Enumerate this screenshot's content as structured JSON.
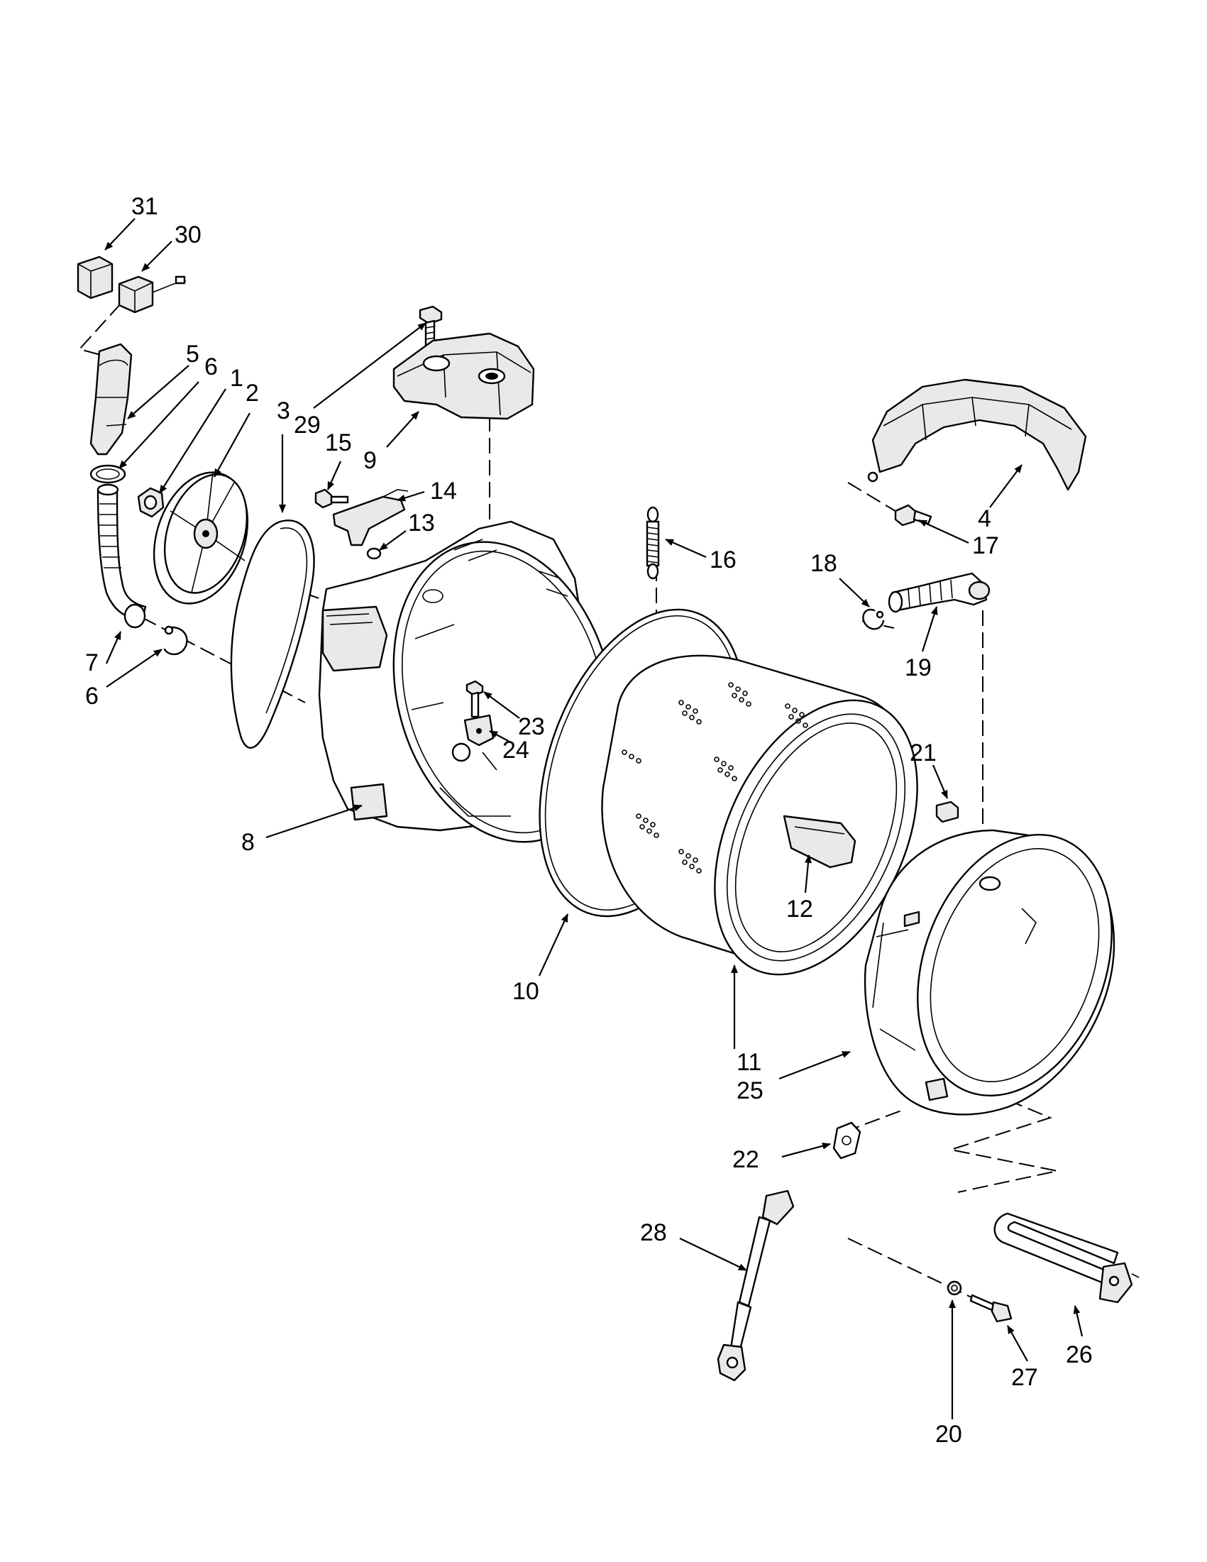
{
  "callouts": {
    "c31": "31",
    "c30": "30",
    "c5": "5",
    "c6a": "6",
    "c1": "1",
    "c2": "2",
    "c3": "3",
    "c29": "29",
    "c15": "15",
    "c9": "9",
    "c14": "14",
    "c13": "13",
    "c16": "16",
    "c4": "4",
    "c17": "17",
    "c18": "18",
    "c19": "19",
    "c7": "7",
    "c6b": "6",
    "c23": "23",
    "c24": "24",
    "c21": "21",
    "c8": "8",
    "c12": "12",
    "c10": "10",
    "c11": "11",
    "c25": "25",
    "c22": "22",
    "c28": "28",
    "c26": "26",
    "c27": "27",
    "c20": "20"
  },
  "colors": {
    "line": "#000000",
    "background": "#ffffff",
    "shade": "#e9e9e9"
  }
}
